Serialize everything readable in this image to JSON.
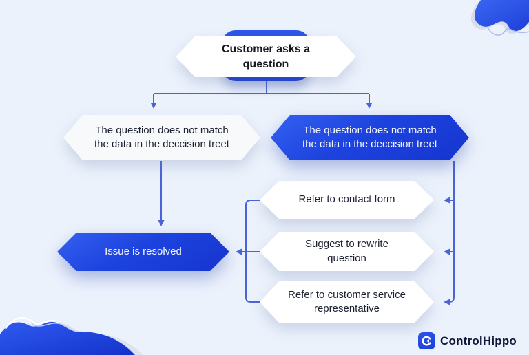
{
  "canvas": {
    "background": "#ecf2fc"
  },
  "flowchart": {
    "nodes": {
      "start": {
        "label": "Customer asks a question"
      },
      "no_match_left": {
        "label": "The question does not match the data in the deccision treet"
      },
      "no_match_right": {
        "label": "The question does not match the data in the deccision treet"
      },
      "resolved": {
        "label": "Issue is resolved"
      },
      "action_contact_form": {
        "label": "Refer to contact form"
      },
      "action_rewrite": {
        "label": "Suggest to rewrite question"
      },
      "action_representative": {
        "label": "Refer to customer service representative"
      }
    },
    "edges": [
      {
        "from": "start",
        "to": "no_match_left"
      },
      {
        "from": "start",
        "to": "no_match_right"
      },
      {
        "from": "no_match_left",
        "to": "resolved"
      },
      {
        "from": "no_match_right",
        "to": "action_contact_form"
      },
      {
        "from": "no_match_right",
        "to": "action_rewrite"
      },
      {
        "from": "no_match_right",
        "to": "action_representative"
      },
      {
        "from": "action_contact_form",
        "to": "resolved"
      },
      {
        "from": "action_rewrite",
        "to": "resolved"
      },
      {
        "from": "action_representative",
        "to": "resolved"
      }
    ]
  },
  "branding": {
    "name": "ControlHippo",
    "icon": "controlhippo-c-icon"
  },
  "colors": {
    "background": "#ecf2fc",
    "node_blue": "#1c42dd",
    "node_white": "#ffffff",
    "connector": "#4a63d8",
    "text_dark": "#1b2130",
    "text_light": "#f2f5ff",
    "logo_navy": "#10173a"
  }
}
